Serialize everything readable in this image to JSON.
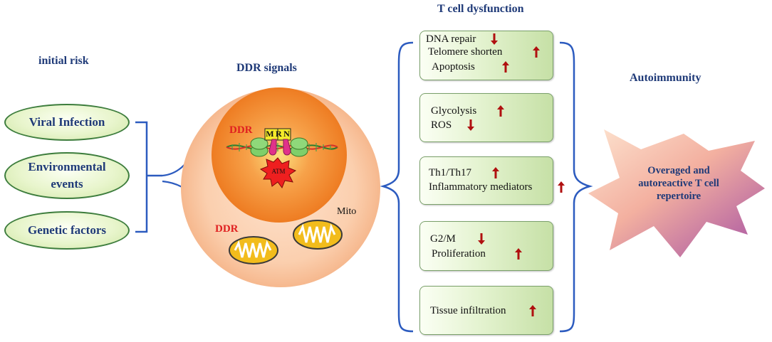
{
  "headers": {
    "initial_risk": "initial risk",
    "ddr_signals": "DDR signals",
    "t_cell_dysfunction": "T cell dysfunction",
    "autoimmunity": "Autoimmunity"
  },
  "risks": [
    "Viral Infection",
    "Environmental",
    "events",
    "Genetic factors"
  ],
  "cell": {
    "ddr_top": "DDR",
    "ddr_bottom": "DDR",
    "mrn_m": "M",
    "mrn_r": "R",
    "mrn_n": "N",
    "atm": "ATM",
    "mito": "Mito"
  },
  "dysfunction": {
    "box1": [
      {
        "text": "DNA repair",
        "dir": "down"
      },
      {
        "text": "Telomere shorten",
        "dir": "up"
      },
      {
        "text": "Apoptosis",
        "dir": "up"
      }
    ],
    "box2": [
      {
        "text": "Glycolysis",
        "dir": "up"
      },
      {
        "text": "ROS",
        "dir": "down"
      }
    ],
    "box3": [
      {
        "text": "Th1/Th17",
        "dir": "up"
      },
      {
        "text": "Inflammatory mediators",
        "dir": "up"
      }
    ],
    "box4": [
      {
        "text": "G2/M",
        "dir": "down"
      },
      {
        "text": "Proliferation",
        "dir": "up"
      }
    ],
    "box5": [
      {
        "text": "Tissue infiltration",
        "dir": "up"
      }
    ]
  },
  "outcome": [
    "Overaged and",
    "autoreactive T cell",
    "repertoire"
  ],
  "colors": {
    "header_blue": "#1f3a78",
    "bracket_blue": "#2c5bbf",
    "ddr_red": "#e02020",
    "arrow_red": "#b01010"
  }
}
